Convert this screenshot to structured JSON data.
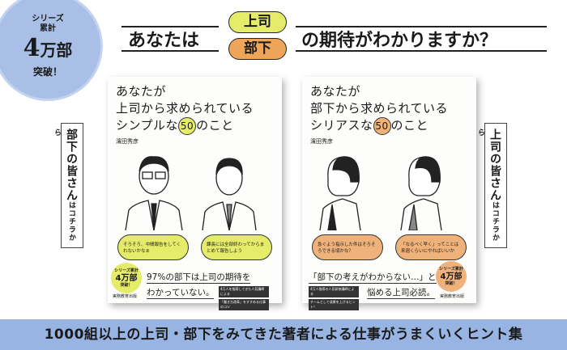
{
  "badge": {
    "line1": "シリーズ",
    "line2": "累計",
    "number": "4",
    "unit": "万部",
    "line3": "突破！",
    "color": "#a9bfe6"
  },
  "headline": {
    "prefix": "あなたは",
    "option_top": "上司",
    "option_bottom": "部下",
    "suffix": "の期待がわかりますか？",
    "top_color": "#e4ec6a",
    "bottom_color": "#eea55a"
  },
  "books": [
    {
      "title_line1": "あなたが",
      "title_line2": "上司から求められている",
      "title_line3_a": "シンプルな",
      "number": "50",
      "title_line3_b": "のこと",
      "author": "濱田秀彦",
      "bubble1": "そろそろ、中間報告をしてくれないかなぁ",
      "bubble2": "課長には全部終わってからまとめて報告しよう",
      "copy1": "97%の部下は上司の期待を",
      "copy2": "わかっていない。",
      "note1": "4万人を指導してきた人気講師による",
      "note2": "「働き方改革」をすすめる仕事のコツ",
      "mini_line1": "シリーズ累計",
      "mini_number": "4万部",
      "mini_line2": "突破！",
      "publisher": "実務教育出版",
      "accent": "#e4ec6a"
    },
    {
      "title_line1": "あなたが",
      "title_line2": "部下から求められている",
      "title_line3_a": "シリアスな",
      "number": "50",
      "title_line3_b": "のこと",
      "author": "濱田秀彦",
      "bubble1": "急ぐよう指示した件はそろそろできる頃かな？",
      "bubble2": "「なるべく早く」ってことは来週くらいにやればいいか",
      "copy1": "「部下の考えがわからない…」と",
      "copy2": "悩める上司必読。",
      "note1": "4万人指導の人気研修講師による",
      "note2": "チームとして成果を上げるヒント！",
      "mini_line1": "シリーズ累計",
      "mini_number": "4万部",
      "mini_line2": "突破！",
      "publisher": "実務教育出版",
      "accent": "#eeb27a"
    }
  ],
  "side_left": {
    "main": "部下の皆さん",
    "sub": "はコチラから"
  },
  "side_right": {
    "main": "上司の皆さん",
    "sub": "はコチラから"
  },
  "bottom": {
    "text": "1000組以上の上司・部下をみてきた著者による仕事がうまくいくヒント集",
    "color": "#98b4e2"
  }
}
